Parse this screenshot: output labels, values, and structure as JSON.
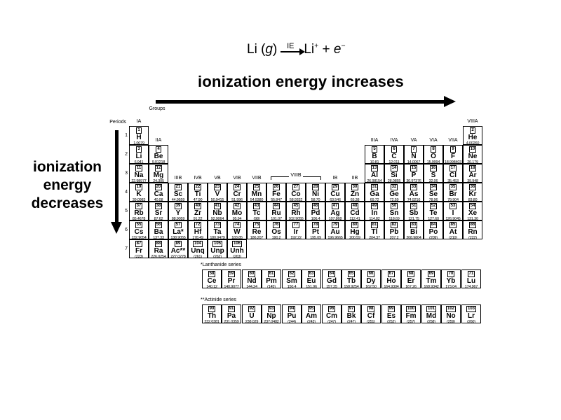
{
  "equation": {
    "lhs_element": "Li",
    "lhs_state_open": " (",
    "lhs_state": "g",
    "lhs_state_close": ")",
    "arrow_label": "IE",
    "rhs_ion": "Li",
    "rhs_ion_charge": "+",
    "rhs_plus": " + ",
    "rhs_electron": "e",
    "rhs_electron_charge": "−"
  },
  "trends": {
    "horizontal": "ionization energy increases",
    "vertical": [
      "ionization",
      "energy",
      "decreases"
    ]
  },
  "table": {
    "groups_label": "Groups",
    "periods_label": "Periods",
    "period_numbers": [
      "1",
      "2",
      "3",
      "4",
      "5",
      "6",
      "7"
    ],
    "group_labels": [
      {
        "text": "IA",
        "col": 1,
        "row": 1
      },
      {
        "text": "IIA",
        "col": 2,
        "row": 2
      },
      {
        "text": "IIIB",
        "col": 3,
        "row": 4
      },
      {
        "text": "IVB",
        "col": 4,
        "row": 4
      },
      {
        "text": "VB",
        "col": 5,
        "row": 4
      },
      {
        "text": "VIB",
        "col": 6,
        "row": 4
      },
      {
        "text": "VIIB",
        "col": 7,
        "row": 4
      },
      {
        "text": "IB",
        "col": 11,
        "row": 4
      },
      {
        "text": "IIB",
        "col": 12,
        "row": 4
      },
      {
        "text": "IIIA",
        "col": 13,
        "row": 2
      },
      {
        "text": "IVA",
        "col": 14,
        "row": 2
      },
      {
        "text": "VA",
        "col": 15,
        "row": 2
      },
      {
        "text": "VIA",
        "col": 16,
        "row": 2
      },
      {
        "text": "VIIA",
        "col": 17,
        "row": 2
      },
      {
        "text": "VIIIA",
        "col": 18,
        "row": 1
      }
    ],
    "viiib": {
      "text": "VIIIB",
      "col_start": 8,
      "col_span": 3,
      "row": 4
    },
    "elements": [
      {
        "n": "1",
        "sym": "H",
        "mass": "1.0079",
        "p": 1,
        "g": 1
      },
      {
        "n": "2",
        "sym": "He",
        "mass": "4.00260",
        "p": 1,
        "g": 18
      },
      {
        "n": "3",
        "sym": "Li",
        "mass": "6.941",
        "p": 2,
        "g": 1
      },
      {
        "n": "4",
        "sym": "Be",
        "mass": "9.01218",
        "p": 2,
        "g": 2
      },
      {
        "n": "5",
        "sym": "B",
        "mass": "10.81",
        "p": 2,
        "g": 13
      },
      {
        "n": "6",
        "sym": "C",
        "mass": "12.011",
        "p": 2,
        "g": 14
      },
      {
        "n": "7",
        "sym": "N",
        "mass": "14.0067",
        "p": 2,
        "g": 15
      },
      {
        "n": "8",
        "sym": "O",
        "mass": "15.9994",
        "p": 2,
        "g": 16
      },
      {
        "n": "9",
        "sym": "F",
        "mass": "18.998403",
        "p": 2,
        "g": 17
      },
      {
        "n": "10",
        "sym": "Ne",
        "mass": "20.179",
        "p": 2,
        "g": 18
      },
      {
        "n": "11",
        "sym": "Na",
        "mass": "22.98977",
        "p": 3,
        "g": 1
      },
      {
        "n": "12",
        "sym": "Mg",
        "mass": "24.305",
        "p": 3,
        "g": 2
      },
      {
        "n": "13",
        "sym": "Al",
        "mass": "26.98154",
        "p": 3,
        "g": 13
      },
      {
        "n": "14",
        "sym": "Si",
        "mass": "28.0855",
        "p": 3,
        "g": 14
      },
      {
        "n": "15",
        "sym": "P",
        "mass": "30.97376",
        "p": 3,
        "g": 15
      },
      {
        "n": "16",
        "sym": "S",
        "mass": "32.06",
        "p": 3,
        "g": 16
      },
      {
        "n": "17",
        "sym": "Cl",
        "mass": "35.453",
        "p": 3,
        "g": 17
      },
      {
        "n": "18",
        "sym": "Ar",
        "mass": "39.948",
        "p": 3,
        "g": 18
      },
      {
        "n": "19",
        "sym": "K",
        "mass": "39.0983",
        "p": 4,
        "g": 1
      },
      {
        "n": "20",
        "sym": "Ca",
        "mass": "40.08",
        "p": 4,
        "g": 2
      },
      {
        "n": "21",
        "sym": "Sc",
        "mass": "44.9559",
        "p": 4,
        "g": 3
      },
      {
        "n": "22",
        "sym": "Ti",
        "mass": "47.90",
        "p": 4,
        "g": 4
      },
      {
        "n": "23",
        "sym": "V",
        "mass": "50.9415",
        "p": 4,
        "g": 5
      },
      {
        "n": "24",
        "sym": "Cr",
        "mass": "51.996",
        "p": 4,
        "g": 6
      },
      {
        "n": "25",
        "sym": "Mn",
        "mass": "54.9380",
        "p": 4,
        "g": 7
      },
      {
        "n": "26",
        "sym": "Fe",
        "mass": "55.847",
        "p": 4,
        "g": 8
      },
      {
        "n": "27",
        "sym": "Co",
        "mass": "58.9332",
        "p": 4,
        "g": 9
      },
      {
        "n": "28",
        "sym": "Ni",
        "mass": "58.70",
        "p": 4,
        "g": 10
      },
      {
        "n": "29",
        "sym": "Cu",
        "mass": "63.546",
        "p": 4,
        "g": 11
      },
      {
        "n": "30",
        "sym": "Zn",
        "mass": "65.38",
        "p": 4,
        "g": 12
      },
      {
        "n": "31",
        "sym": "Ga",
        "mass": "69.72",
        "p": 4,
        "g": 13
      },
      {
        "n": "32",
        "sym": "Ge",
        "mass": "72.59",
        "p": 4,
        "g": 14
      },
      {
        "n": "33",
        "sym": "As",
        "mass": "74.9216",
        "p": 4,
        "g": 15
      },
      {
        "n": "34",
        "sym": "Se",
        "mass": "78.96",
        "p": 4,
        "g": 16
      },
      {
        "n": "35",
        "sym": "Br",
        "mass": "79.904",
        "p": 4,
        "g": 17
      },
      {
        "n": "36",
        "sym": "Kr",
        "mass": "83.80",
        "p": 4,
        "g": 18
      },
      {
        "n": "37",
        "sym": "Rb",
        "mass": "85.4678",
        "p": 5,
        "g": 1
      },
      {
        "n": "38",
        "sym": "Sr",
        "mass": "87.62",
        "p": 5,
        "g": 2
      },
      {
        "n": "39",
        "sym": "Y",
        "mass": "88.9059",
        "p": 5,
        "g": 3
      },
      {
        "n": "40",
        "sym": "Zr",
        "mass": "91.22",
        "p": 5,
        "g": 4
      },
      {
        "n": "41",
        "sym": "Nb",
        "mass": "92.9064",
        "p": 5,
        "g": 5
      },
      {
        "n": "42",
        "sym": "Mo",
        "mass": "95.94",
        "p": 5,
        "g": 6
      },
      {
        "n": "43",
        "sym": "Tc",
        "mass": "(98)",
        "p": 5,
        "g": 7
      },
      {
        "n": "44",
        "sym": "Ru",
        "mass": "101.07",
        "p": 5,
        "g": 8
      },
      {
        "n": "45",
        "sym": "Rh",
        "mass": "102.9055",
        "p": 5,
        "g": 9
      },
      {
        "n": "46",
        "sym": "Pd",
        "mass": "106.4",
        "p": 5,
        "g": 10
      },
      {
        "n": "47",
        "sym": "Ag",
        "mass": "107.868",
        "p": 5,
        "g": 11
      },
      {
        "n": "48",
        "sym": "Cd",
        "mass": "112.41",
        "p": 5,
        "g": 12
      },
      {
        "n": "49",
        "sym": "In",
        "mass": "114.82",
        "p": 5,
        "g": 13
      },
      {
        "n": "50",
        "sym": "Sn",
        "mass": "118.69",
        "p": 5,
        "g": 14
      },
      {
        "n": "51",
        "sym": "Sb",
        "mass": "121.75",
        "p": 5,
        "g": 15
      },
      {
        "n": "52",
        "sym": "Te",
        "mass": "127.60",
        "p": 5,
        "g": 16
      },
      {
        "n": "53",
        "sym": "I",
        "mass": "126.9045",
        "p": 5,
        "g": 17
      },
      {
        "n": "54",
        "sym": "Xe",
        "mass": "131.30",
        "p": 5,
        "g": 18
      },
      {
        "n": "55",
        "sym": "Cs",
        "mass": "132.9054",
        "p": 6,
        "g": 1
      },
      {
        "n": "56",
        "sym": "Ba",
        "mass": "137.33",
        "p": 6,
        "g": 2
      },
      {
        "n": "57",
        "sym": "La*",
        "mass": "138.9055",
        "p": 6,
        "g": 3
      },
      {
        "n": "72",
        "sym": "Hf",
        "mass": "178.49",
        "p": 6,
        "g": 4
      },
      {
        "n": "73",
        "sym": "Ta",
        "mass": "180.9479",
        "p": 6,
        "g": 5
      },
      {
        "n": "74",
        "sym": "W",
        "mass": "183.85",
        "p": 6,
        "g": 6
      },
      {
        "n": "75",
        "sym": "Re",
        "mass": "186.207",
        "p": 6,
        "g": 7
      },
      {
        "n": "76",
        "sym": "Os",
        "mass": "190.2",
        "p": 6,
        "g": 8
      },
      {
        "n": "77",
        "sym": "Ir",
        "mass": "192.22",
        "p": 6,
        "g": 9
      },
      {
        "n": "78",
        "sym": "Pt",
        "mass": "195.09",
        "p": 6,
        "g": 10
      },
      {
        "n": "79",
        "sym": "Au",
        "mass": "196.9665",
        "p": 6,
        "g": 11
      },
      {
        "n": "80",
        "sym": "Hg",
        "mass": "200.59",
        "p": 6,
        "g": 12
      },
      {
        "n": "81",
        "sym": "Tl",
        "mass": "204.37",
        "p": 6,
        "g": 13
      },
      {
        "n": "82",
        "sym": "Pb",
        "mass": "207.2",
        "p": 6,
        "g": 14
      },
      {
        "n": "83",
        "sym": "Bi",
        "mass": "208.9804",
        "p": 6,
        "g": 15
      },
      {
        "n": "84",
        "sym": "Po",
        "mass": "(209)",
        "p": 6,
        "g": 16
      },
      {
        "n": "85",
        "sym": "At",
        "mass": "(210)",
        "p": 6,
        "g": 17
      },
      {
        "n": "86",
        "sym": "Rn",
        "mass": "(222)",
        "p": 6,
        "g": 18
      },
      {
        "n": "87",
        "sym": "Fr",
        "mass": "(223)",
        "p": 7,
        "g": 1
      },
      {
        "n": "88",
        "sym": "Ra",
        "mass": "226.0254",
        "p": 7,
        "g": 2
      },
      {
        "n": "89",
        "sym": "Ac**",
        "mass": "227.0278",
        "p": 7,
        "g": 3
      },
      {
        "n": "104",
        "sym": "Unq",
        "mass": "(261)",
        "p": 7,
        "g": 4
      },
      {
        "n": "105",
        "sym": "Unp",
        "mass": "(262)",
        "p": 7,
        "g": 5
      },
      {
        "n": "106",
        "sym": "Unh",
        "mass": "(263)",
        "p": 7,
        "g": 6
      }
    ],
    "lanthanide_label": "*Lanthanide series",
    "actinide_label": "**Actinide series",
    "lanthanides": [
      {
        "n": "58",
        "sym": "Ce",
        "mass": "140.12"
      },
      {
        "n": "59",
        "sym": "Pr",
        "mass": "140.9077"
      },
      {
        "n": "60",
        "sym": "Nd",
        "mass": "144.24"
      },
      {
        "n": "61",
        "sym": "Pm",
        "mass": "(145)"
      },
      {
        "n": "62",
        "sym": "Sm",
        "mass": "150.4"
      },
      {
        "n": "63",
        "sym": "Eu",
        "mass": "151.96"
      },
      {
        "n": "64",
        "sym": "Gd",
        "mass": "157.25"
      },
      {
        "n": "65",
        "sym": "Tb",
        "mass": "158.9254"
      },
      {
        "n": "66",
        "sym": "Dy",
        "mass": "162.50"
      },
      {
        "n": "67",
        "sym": "Ho",
        "mass": "164.9304"
      },
      {
        "n": "68",
        "sym": "Er",
        "mass": "167.26"
      },
      {
        "n": "69",
        "sym": "Tm",
        "mass": "168.9342"
      },
      {
        "n": "70",
        "sym": "Yb",
        "mass": "173.04"
      },
      {
        "n": "71",
        "sym": "Lu",
        "mass": "174.967"
      }
    ],
    "actinides": [
      {
        "n": "90",
        "sym": "Th",
        "mass": "232.0381"
      },
      {
        "n": "91",
        "sym": "Pa",
        "mass": "231.0359"
      },
      {
        "n": "92",
        "sym": "U",
        "mass": "238.029"
      },
      {
        "n": "93",
        "sym": "Np",
        "mass": "237.0482"
      },
      {
        "n": "94",
        "sym": "Pu",
        "mass": "(244)"
      },
      {
        "n": "95",
        "sym": "Am",
        "mass": "(243)"
      },
      {
        "n": "96",
        "sym": "Cm",
        "mass": "(247)"
      },
      {
        "n": "97",
        "sym": "Bk",
        "mass": "(247)"
      },
      {
        "n": "98",
        "sym": "Cf",
        "mass": "(251)"
      },
      {
        "n": "99",
        "sym": "Es",
        "mass": "(252)"
      },
      {
        "n": "100",
        "sym": "Fm",
        "mass": "(257)"
      },
      {
        "n": "101",
        "sym": "Md",
        "mass": "(258)"
      },
      {
        "n": "102",
        "sym": "No",
        "mass": "(259)"
      },
      {
        "n": "103",
        "sym": "Lr",
        "mass": "(260)"
      }
    ]
  }
}
